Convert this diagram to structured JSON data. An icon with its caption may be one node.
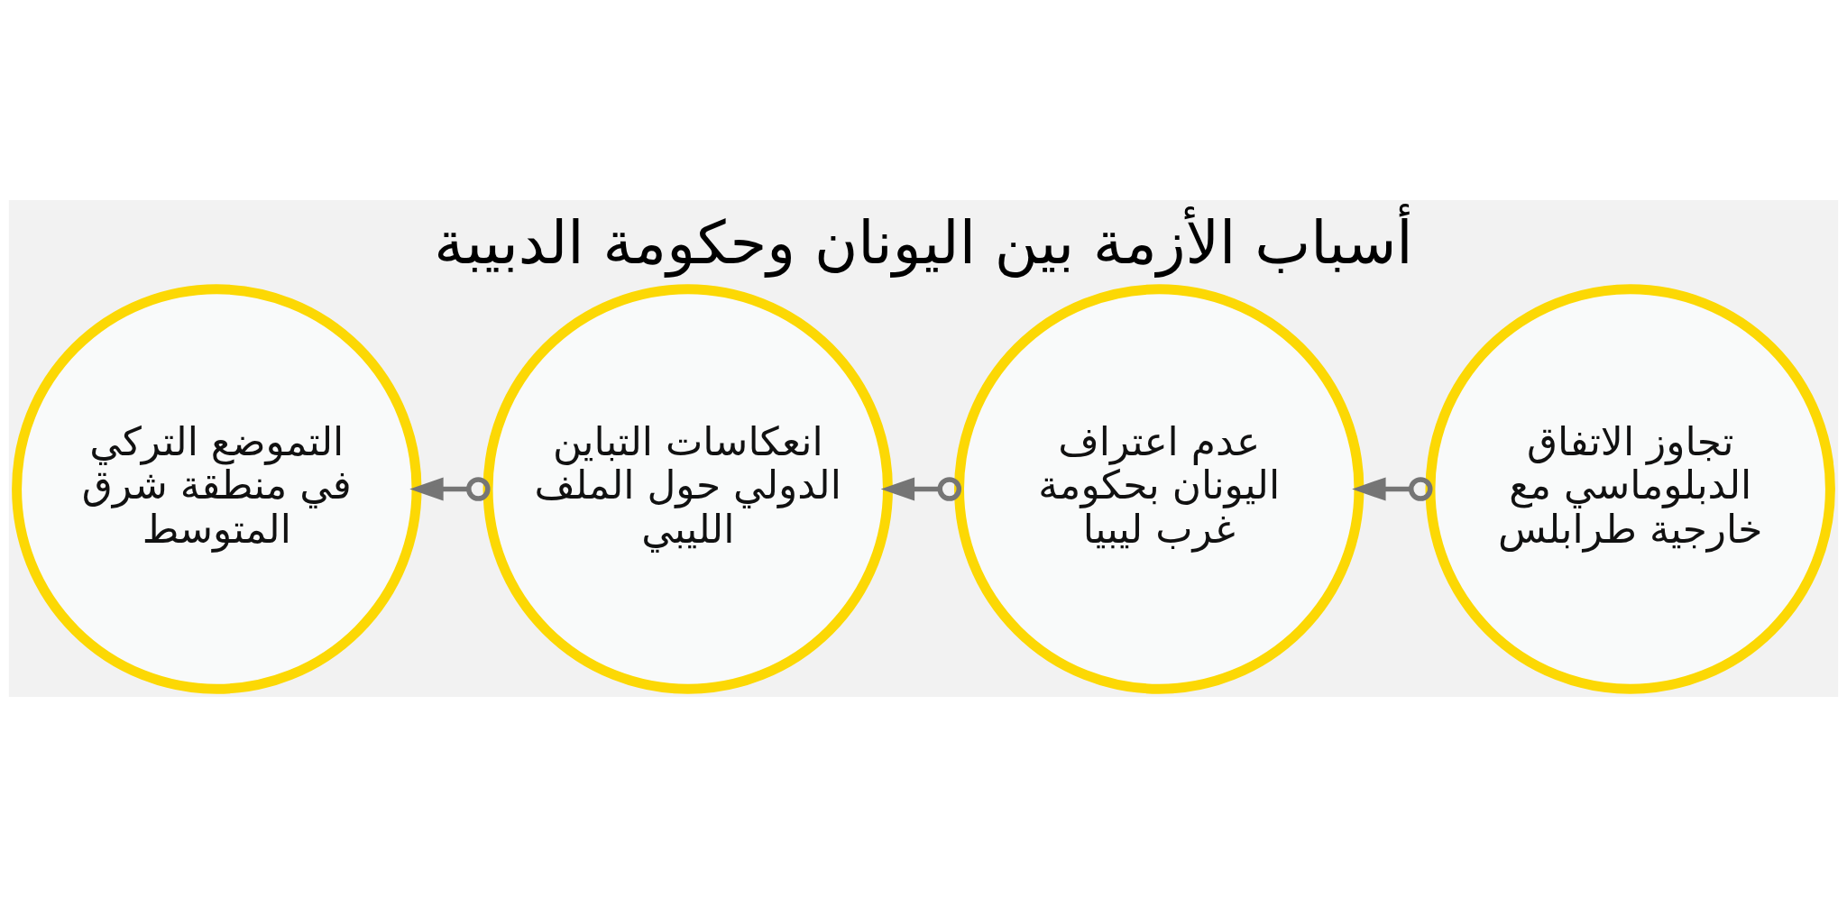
{
  "diagram": {
    "title": "أسباب الأزمة بين اليونان وحكومة الدبيبة",
    "nodes": [
      {
        "text": [
          "تجاوز الاتفاق الدبلوماسي مع خارجية طرابلس"
        ]
      },
      {
        "text": [
          "عدم اعتراف اليونان بحكومة غرب ليبيا"
        ]
      },
      {
        "text": [
          "انعكاسات التباين الدولي حول الملف الليبي"
        ]
      },
      {
        "text": [
          "التموضع التركي في منطقة شرق المتوسط"
        ]
      }
    ],
    "edges": [
      {
        "from": 0,
        "to": 1,
        "arrow": "to"
      },
      {
        "from": 1,
        "to": 2,
        "arrow": "to"
      },
      {
        "from": 2,
        "to": 3,
        "arrow": "to"
      }
    ]
  }
}
